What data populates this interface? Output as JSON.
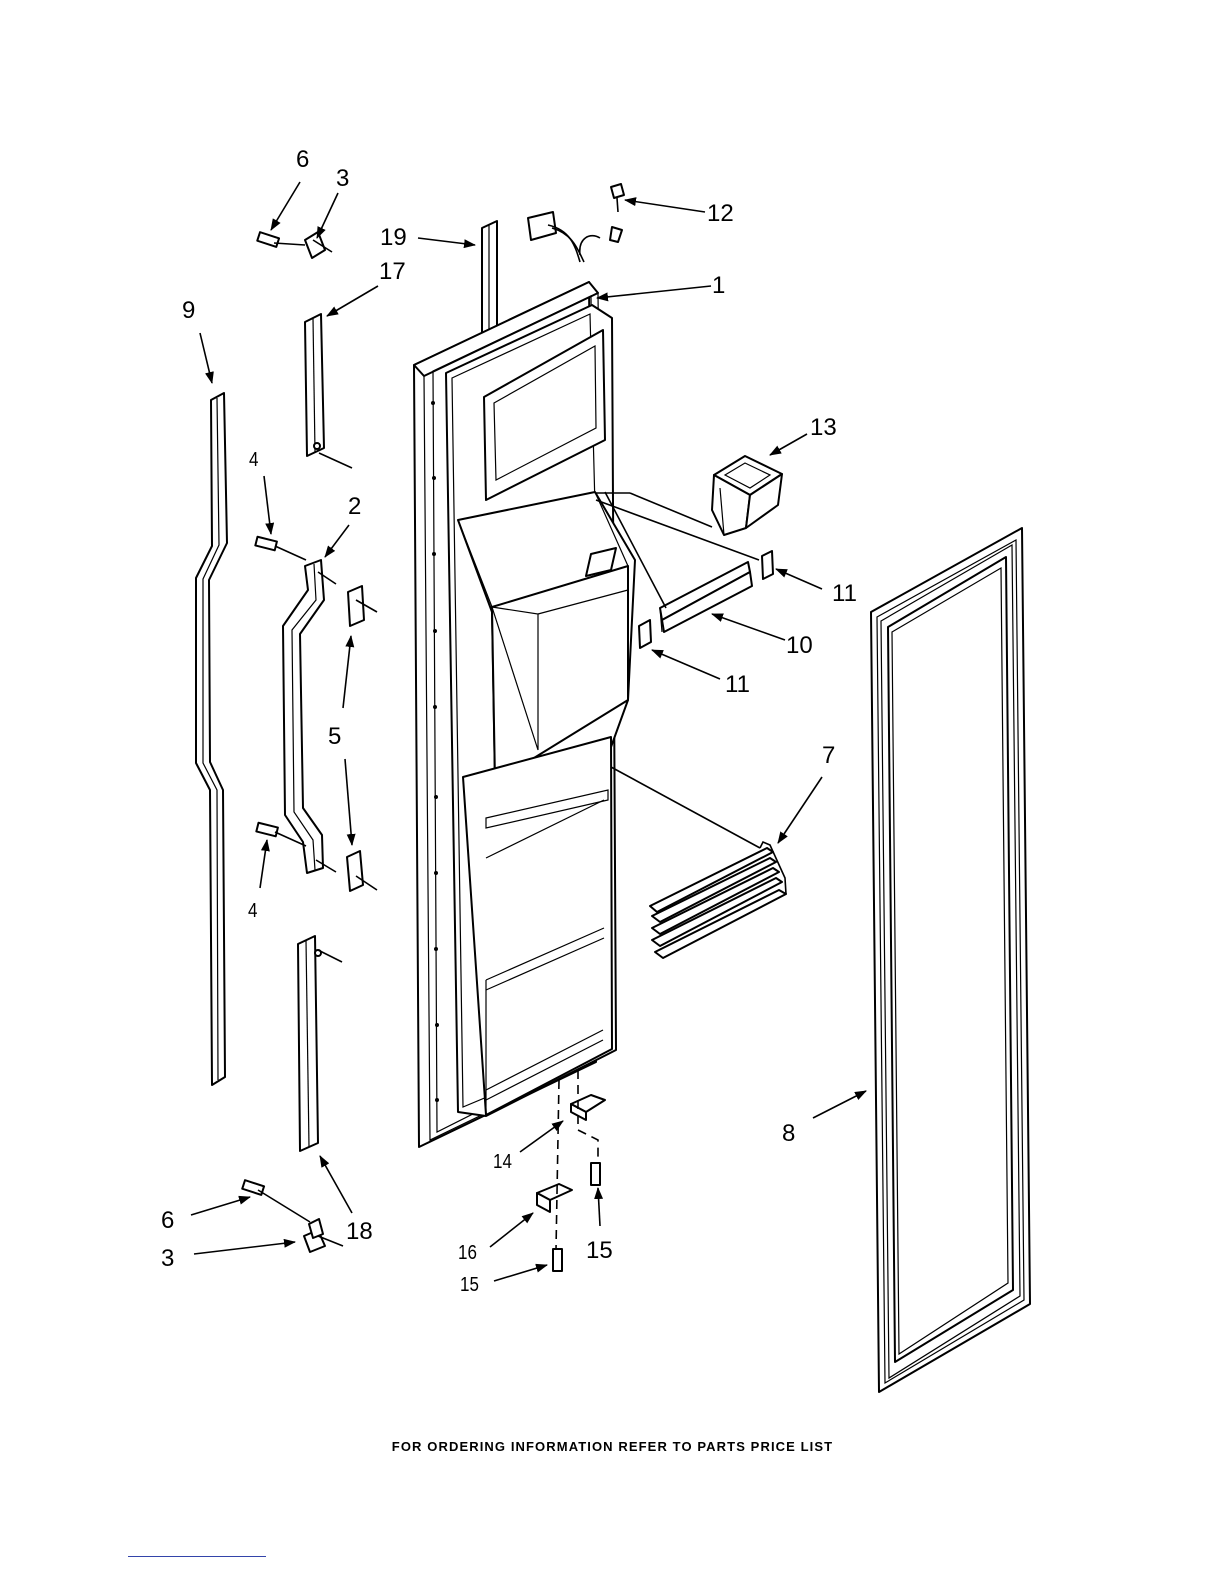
{
  "callouts": {
    "c1": "1",
    "c2": "2",
    "c3_top": "3",
    "c3_bottom": "3",
    "c4_top": "4",
    "c4_bottom": "4",
    "c5": "5",
    "c6_top": "6",
    "c6_bottom": "6",
    "c7": "7",
    "c8": "8",
    "c9": "9",
    "c10": "10",
    "c11_top": "11",
    "c11_bottom": "11",
    "c12": "12",
    "c13": "13",
    "c14": "14",
    "c15_right": "15",
    "c15_left": "15",
    "c16": "16",
    "c17": "17",
    "c18": "18",
    "c19": "19"
  },
  "footer": "FOR ORDERING INFORMATION REFER TO PARTS PRICE LIST",
  "colors": {
    "ink": "#000000",
    "paper": "#ffffff"
  }
}
